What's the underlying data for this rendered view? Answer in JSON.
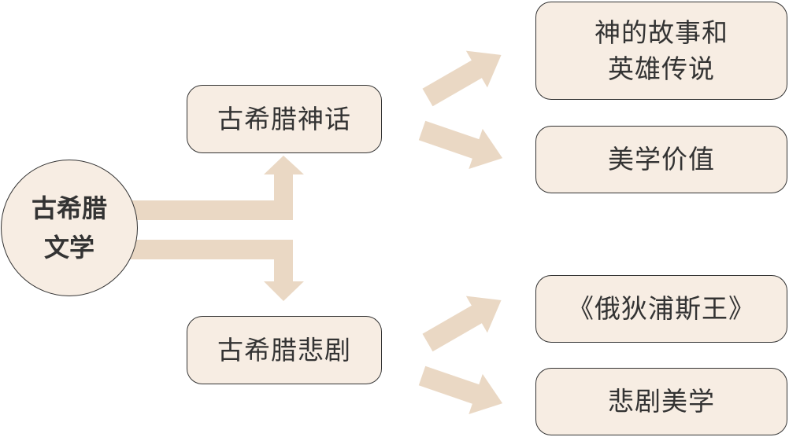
{
  "root": {
    "line1": "古希腊",
    "line2": "文学"
  },
  "branches": {
    "myth": {
      "label": "古希腊神话"
    },
    "tragedy": {
      "label": "古希腊悲剧"
    }
  },
  "leaves": {
    "myth_stories": {
      "line1": "神的故事和",
      "line2": "英雄传说"
    },
    "aesthetic_value": {
      "label": "美学价值"
    },
    "oedipus": {
      "label": "《俄狄浦斯王》"
    },
    "tragic_aesthetics": {
      "label": "悲剧美学"
    }
  },
  "colors": {
    "box_fill": "#f7ede3",
    "arrow_fill": "#ead8c4",
    "stroke": "#333333"
  }
}
